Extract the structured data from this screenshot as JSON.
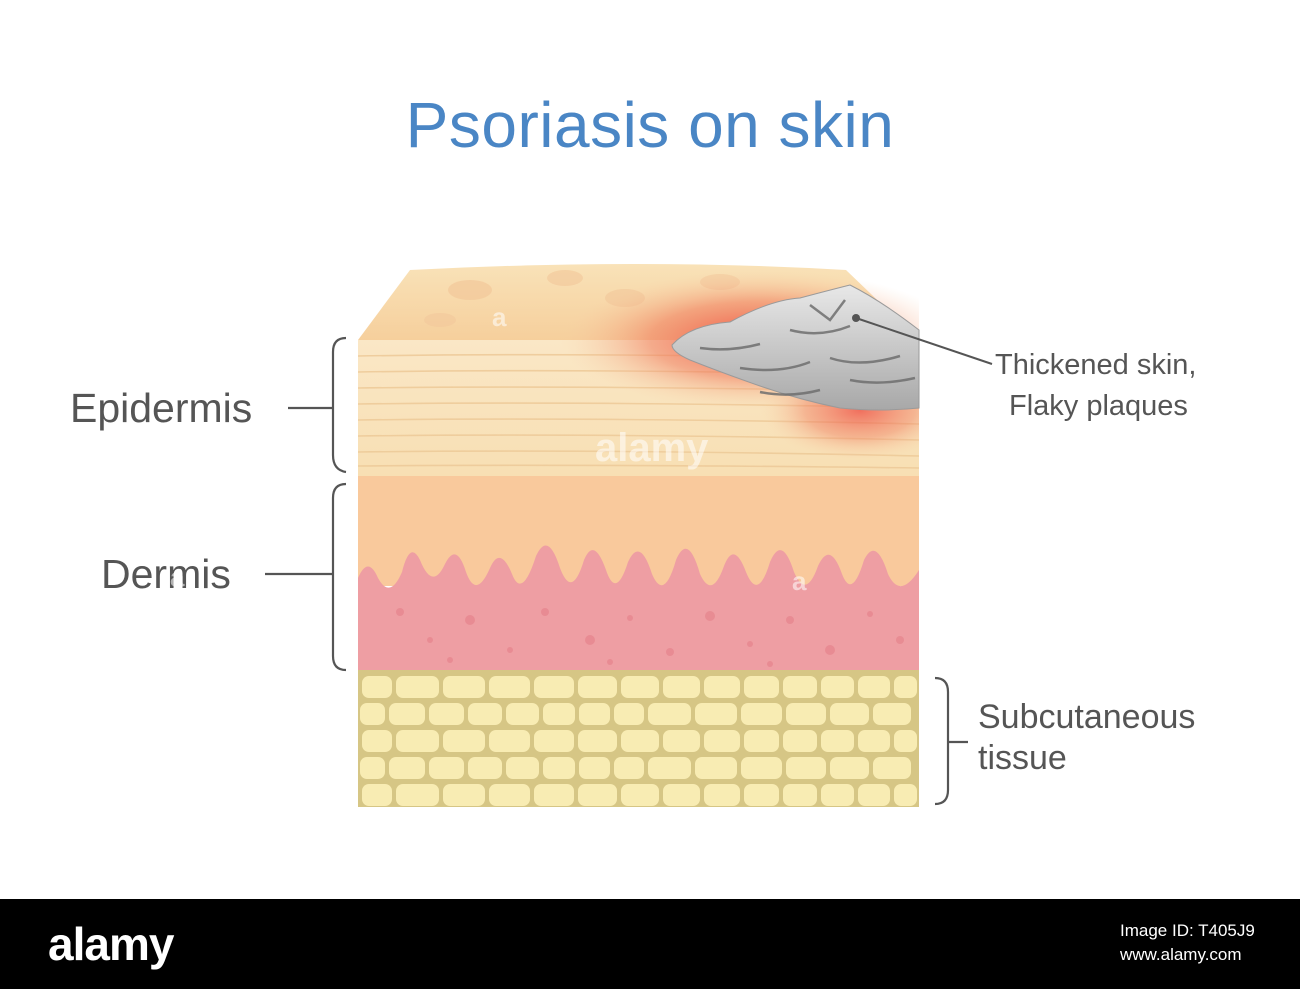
{
  "title": "Psoriasis on skin",
  "labels": {
    "epidermis": "Epidermis",
    "dermis": "Dermis",
    "subcutaneous_line1": "Subcutaneous",
    "subcutaneous_line2": "tissue",
    "plaque_line1": "Thickened skin,",
    "plaque_line2": "Flaky plaques"
  },
  "watermark": {
    "center": "alamy",
    "small": "a"
  },
  "footer": {
    "brand": "alamy",
    "image_id": "Image ID: T405J9",
    "site": "www.alamy.com"
  },
  "colors": {
    "title": "#4a86c5",
    "label_text": "#555555",
    "epidermis": "#f8e4bd",
    "dermis_upper": "#f9c99a",
    "dermis_lower": "#ef9fa2",
    "subcutaneous_cells": "#f7eab0",
    "subcutaneous_bg": "#d9c989",
    "inflammation": "#ee5a4e",
    "plaque": "#b9b9b9"
  }
}
